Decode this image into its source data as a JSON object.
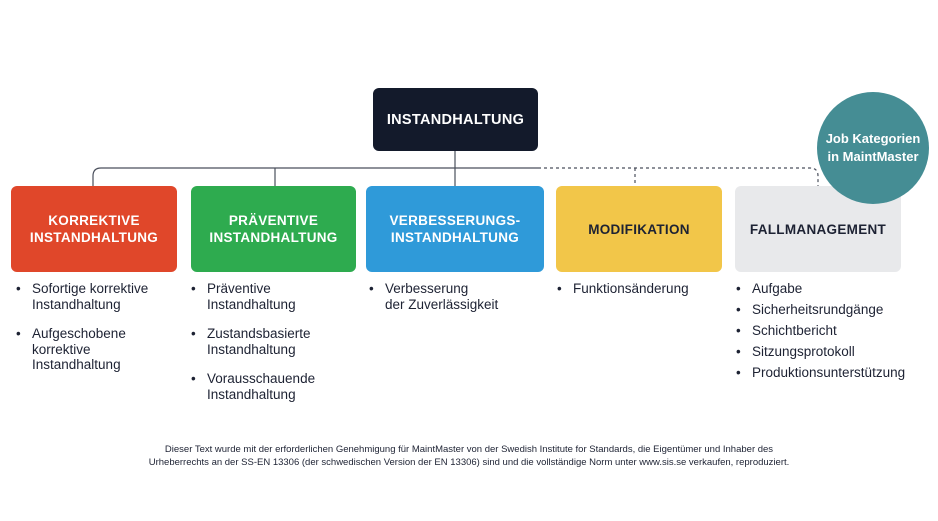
{
  "root": {
    "label": "INSTANDHALTUNG"
  },
  "badge": {
    "label": "Job Kategorien\nin MaintMaster",
    "color": "#458d94"
  },
  "categories": [
    {
      "label": "KORREKTIVE\nINSTANDHALTUNG",
      "color": "#e0472a",
      "text_color": "#ffffff",
      "items": [
        "Sofortige korrektive\nInstandhaltung",
        "Aufgeschobene\nkorrektive\nInstandhaltung"
      ]
    },
    {
      "label": "PRÄVENTIVE\nINSTANDHALTUNG",
      "color": "#2eab4f",
      "text_color": "#ffffff",
      "items": [
        "Präventive\nInstandhaltung",
        "Zustandsbasierte\nInstandhaltung",
        "Vorausschauende\nInstandhaltung"
      ]
    },
    {
      "label": "VERBESSERUNGS-\nINSTANDHALTUNG",
      "color": "#2f9ad9",
      "text_color": "#ffffff",
      "items": [
        "Verbesserung\nder Zuverlässigkeit"
      ]
    },
    {
      "label": "MODIFIKATION",
      "color": "#f2c649",
      "text_color": "#1d2233",
      "items": [
        "Funktionsänderung"
      ]
    },
    {
      "label": "FALLMANAGEMENT",
      "color": "#e8e9eb",
      "text_color": "#1d2233",
      "items": [
        "Aufgabe",
        "Sicherheitsrundgänge",
        "Schichtbericht",
        "Sitzungsprotokoll",
        "Produktionsunterstützung"
      ]
    }
  ],
  "footer": {
    "text": "Dieser Text wurde mit der erforderlichen Genehmigung für MaintMaster von der Swedish Institute for Standards, die Eigentümer und Inhaber des\nUrheberrechts an der SS-EN 13306 (der schwedischen Version der EN 13306) sind und die vollständige Norm unter www.sis.se verkaufen, reproduziert."
  },
  "colors": {
    "root": "#131a2b",
    "connector": "#4a4f5c"
  }
}
